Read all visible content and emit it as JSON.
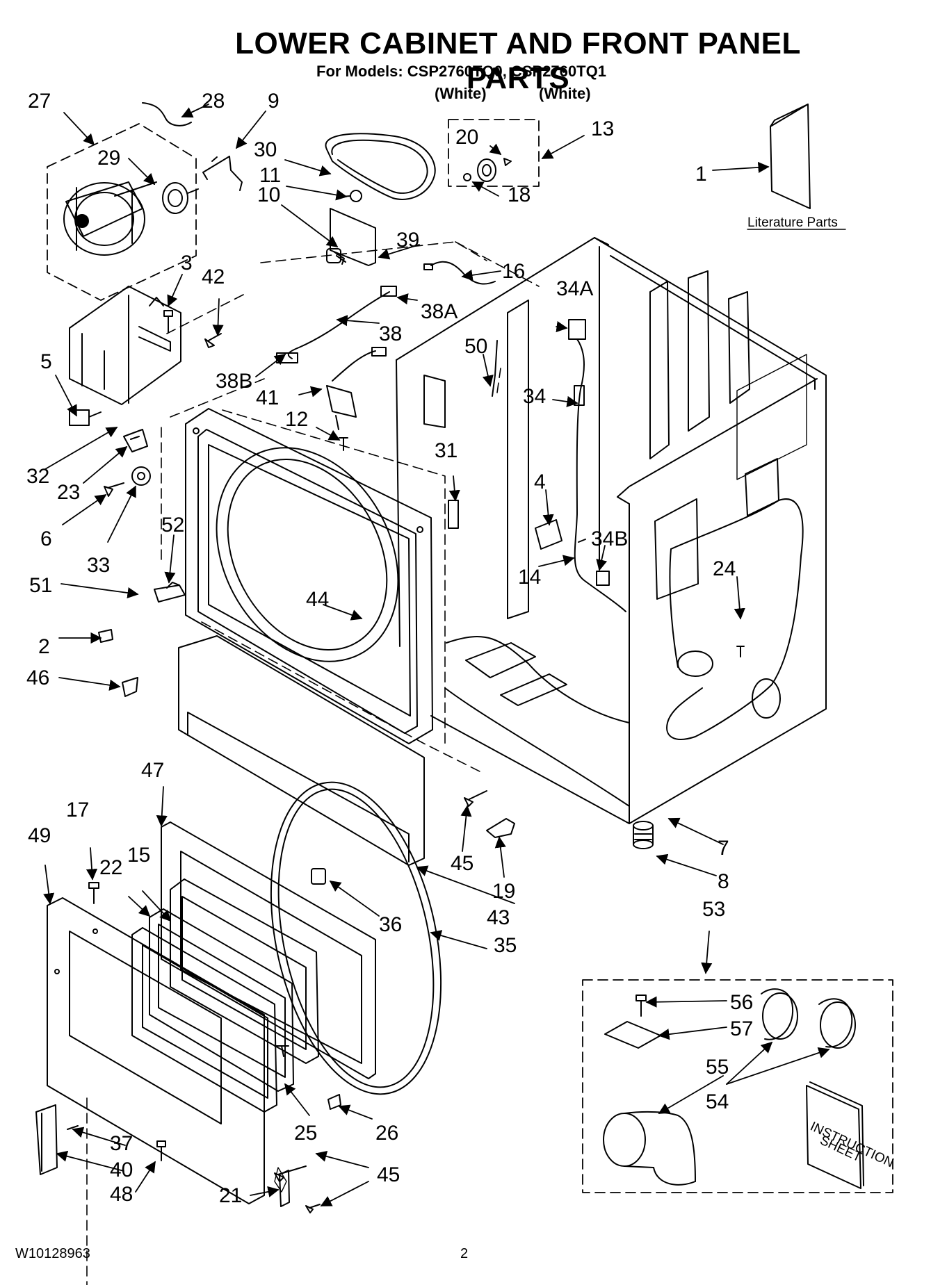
{
  "title": "LOWER CABINET AND FRONT PANEL PARTS",
  "models_line": "For Models: CSP2760TQ0, CSP2760TQ1",
  "variants": [
    "(White)",
    "(White)"
  ],
  "literature_label": "Literature Parts",
  "instruction_sheet": [
    "INSTRUCTION",
    "SHEET"
  ],
  "callouts": [
    "1",
    "2",
    "3",
    "4",
    "5",
    "6",
    "7",
    "8",
    "9",
    "10",
    "11",
    "12",
    "13",
    "14",
    "15",
    "16",
    "17",
    "18",
    "19",
    "20",
    "21",
    "22",
    "23",
    "24",
    "25",
    "26",
    "27",
    "28",
    "29",
    "30",
    "31",
    "32",
    "33",
    "34",
    "34A",
    "34B",
    "35",
    "36",
    "37",
    "38",
    "38A",
    "38B",
    "39",
    "40",
    "41",
    "42",
    "43",
    "44",
    "45",
    "46",
    "47",
    "48",
    "49",
    "50",
    "51",
    "52",
    "53",
    "54",
    "55",
    "56",
    "57"
  ],
  "footer": {
    "doc_number": "W10128963",
    "page_number": "2"
  }
}
